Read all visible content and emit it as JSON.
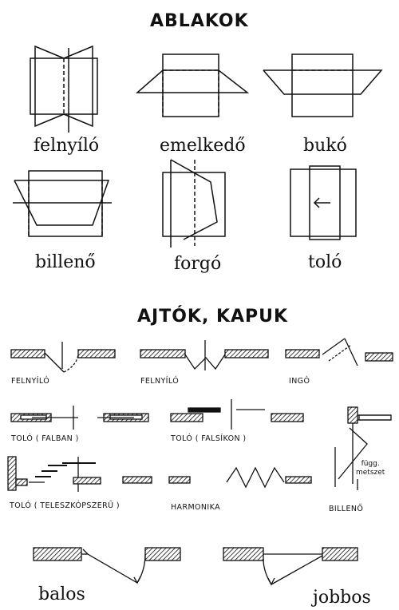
{
  "sections": {
    "windows_title": "ABLAKOK",
    "doors_title": "AJTÓK, KAPUK"
  },
  "windows": {
    "felnyilo": "felnyíló",
    "emelkedo": "emelkedő",
    "buko": "bukó",
    "billeno": "billenő",
    "forgo": "forgó",
    "tolo": "toló"
  },
  "doors": {
    "felnyilo_1": "FELNYÍLÓ",
    "felnyilo_2": "FELNYÍLÓ",
    "ingo": "INGÓ",
    "tolo_falban": "TOLÓ ( FALBAN )",
    "tolo_falsikon": "TOLÓ ( FALSÍKON )",
    "tolo_teleszkop": "TOLÓ ( TELESZKÓPSZERŰ )",
    "harmonika": "HARMONIKA",
    "billeno": "BILLENŐ",
    "fugg_line1": "függ.",
    "fugg_line2": "metszet",
    "balos": "balos",
    "jobbos": "jobbos"
  }
}
